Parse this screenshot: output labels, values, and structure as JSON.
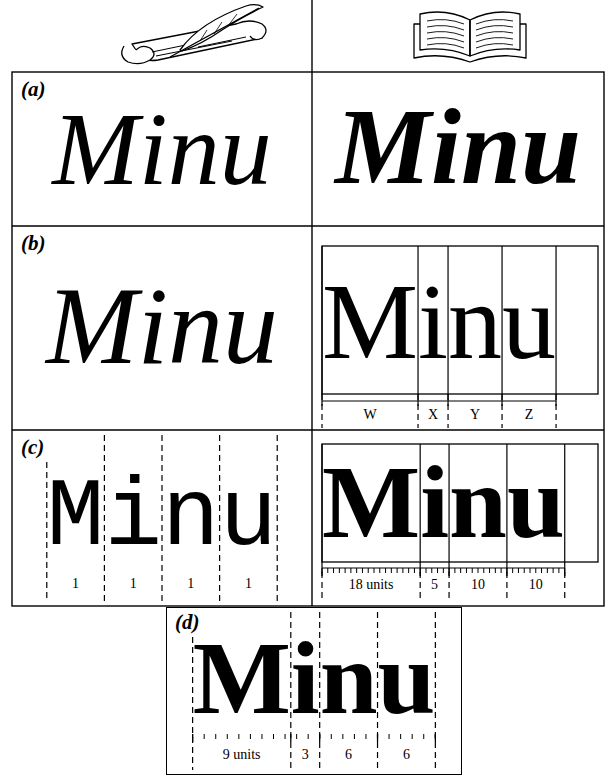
{
  "diagram": {
    "nodes": [
      {
        "text": [
          "(a)",
          "Minu"
        ]
      },
      {
        "text": [
          "Minu"
        ]
      },
      {
        "text": [
          "(b)",
          "Minu"
        ]
      },
      {
        "text": [
          "Minu",
          "W",
          "X",
          "Y",
          "Z"
        ]
      },
      {
        "text": [
          "(c)",
          "Minu",
          "1",
          "1",
          "1",
          "1"
        ]
      },
      {
        "text": [
          "Minu",
          "18 units",
          "5",
          "10",
          "10"
        ]
      },
      {
        "text": [
          "(d)",
          "Minu",
          "9 units",
          "3",
          "6",
          "6"
        ]
      }
    ]
  }
}
